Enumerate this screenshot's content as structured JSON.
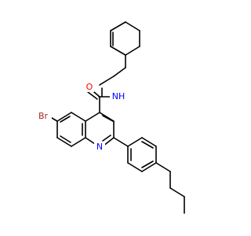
{
  "colors": {
    "background": "#ffffff",
    "bond": "#000000",
    "oxygen": "#ff0000",
    "nitrogen": "#0000ff",
    "bromine": "#a52a2a"
  },
  "labels": {
    "oxygen": "O",
    "amide_nitrogen": "NH",
    "ring_nitrogen": "N",
    "bromine": "Br"
  }
}
